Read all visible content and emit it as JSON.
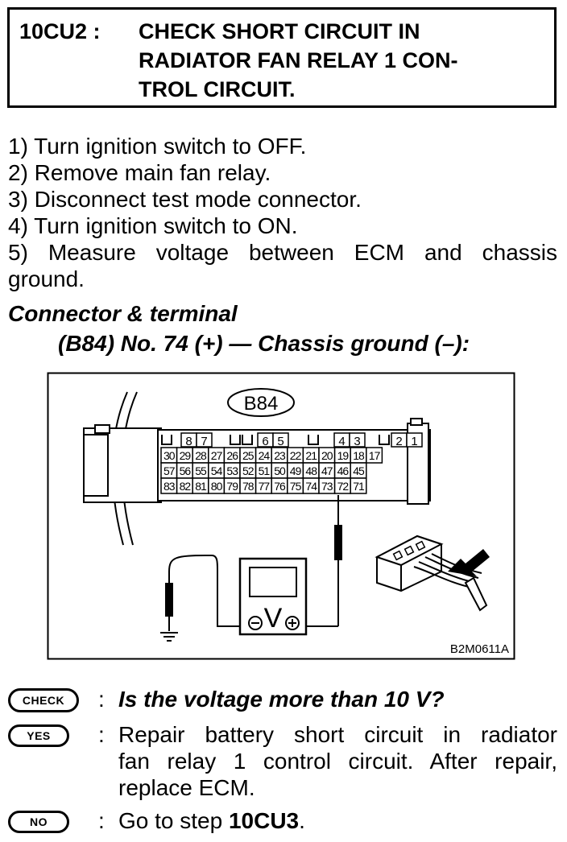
{
  "header": {
    "code": "10CU2 :",
    "title_lines": [
      "CHECK SHORT CIRCUIT IN",
      "RADIATOR FAN RELAY 1 CON-",
      "TROL CIRCUIT."
    ]
  },
  "steps": [
    "1) Turn ignition switch to OFF.",
    "2) Remove main fan relay.",
    "3) Disconnect test mode connector.",
    "4) Turn ignition switch to ON.",
    "5) Measure voltage between ECM and chassis",
    "ground."
  ],
  "connector": {
    "title": "Connector & terminal",
    "subtitle": "(B84) No. 74 (+) — Chassis ground (–):"
  },
  "diagram": {
    "connector_label": "B84",
    "figure_id": "B2M0611A",
    "meter_symbol": "V",
    "minus": "−",
    "plus": "+",
    "row1": [
      "8",
      "7",
      "6",
      "5",
      "4",
      "3",
      "2",
      "1"
    ],
    "row2": [
      "30",
      "29",
      "28",
      "27",
      "26",
      "25",
      "24",
      "23",
      "22",
      "21",
      "20",
      "19",
      "18",
      "17"
    ],
    "row3": [
      "57",
      "56",
      "55",
      "54",
      "53",
      "52",
      "51",
      "50",
      "49",
      "48",
      "47",
      "46",
      "45"
    ],
    "row4": [
      "83",
      "82",
      "81",
      "80",
      "79",
      "78",
      "77",
      "76",
      "75",
      "74",
      "73",
      "72",
      "71"
    ]
  },
  "check": {
    "badge": "CHECK",
    "colon": ":",
    "question": "Is the voltage more than 10 V?"
  },
  "yes": {
    "badge": "YES",
    "colon": ":",
    "lines": [
      "Repair battery short circuit in radiator",
      "fan relay 1 control circuit. After repair,",
      "replace ECM."
    ]
  },
  "no": {
    "badge": "NO",
    "colon": ":",
    "text_prefix": "Go to step ",
    "text_bold": "10CU3",
    "text_suffix": "."
  }
}
